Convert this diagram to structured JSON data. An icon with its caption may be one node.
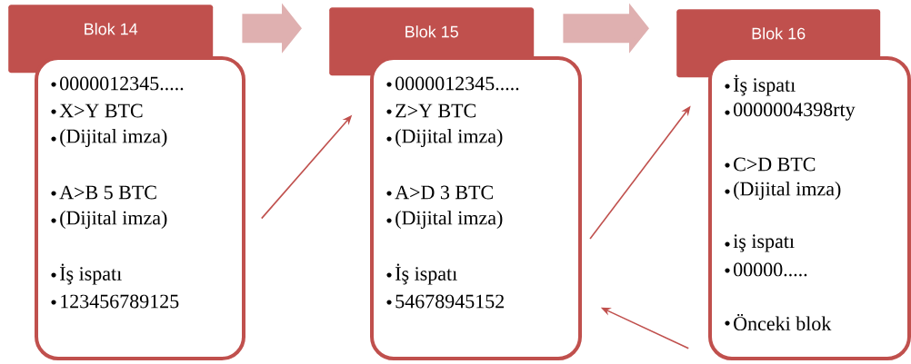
{
  "diagram": {
    "nodes": [
      {
        "text": [
          "Blok 14"
        ]
      },
      {
        "text": [
          "0000012345.....",
          "X>Y BTC",
          "(Dijital imza)",
          "A>B 5 BTC",
          "(Dijital imza)",
          "İş ispatı",
          "123456789125"
        ]
      },
      {
        "text": [
          "Blok 15"
        ]
      },
      {
        "text": [
          "0000012345.....",
          "Z>Y BTC",
          "(Dijital imza)",
          "A>D 3 BTC",
          "(Dijital imza)",
          "İş ispatı",
          "54678945152"
        ]
      },
      {
        "text": [
          "Blok 16"
        ]
      },
      {
        "text": [
          "İş ispatı",
          "0000004398rty",
          "C>D BTC",
          "(Dijital imza)",
          "iş ispatı",
          "00000.....",
          "Önceki blok"
        ]
      }
    ],
    "edges": [
      {
        "from": 0,
        "to": 2,
        "arrow": "to",
        "style": "thick",
        "color": "#dfb0b0"
      },
      {
        "from": 2,
        "to": 4,
        "arrow": "to",
        "style": "thick",
        "color": "#dfb0b0"
      },
      {
        "from": 1,
        "to": 3,
        "arrow": "to"
      },
      {
        "from": 3,
        "to": 5,
        "arrow": "to"
      },
      {
        "from": 5,
        "to": 3,
        "arrow": "to"
      }
    ]
  }
}
